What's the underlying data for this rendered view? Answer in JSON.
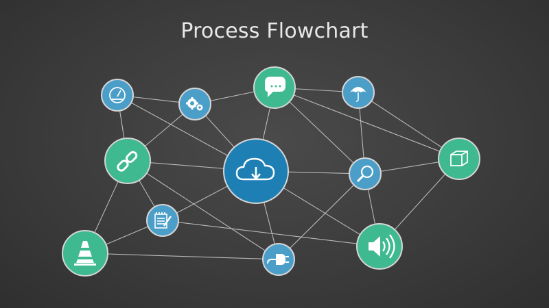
{
  "title": "Process Flowchart",
  "colors": {
    "background": "#3a3a3a",
    "teal": "#3fb98f",
    "blue": "#4a9ec8",
    "center": "#1e7fb5",
    "ring": "#d6d6d6",
    "icon": "#ffffff"
  },
  "nodes": [
    {
      "id": "gauge",
      "icon": "speedometer-icon",
      "style": "blue"
    },
    {
      "id": "gears",
      "icon": "gears-icon",
      "style": "blue"
    },
    {
      "id": "chat",
      "icon": "speech-bubble-icon",
      "style": "teal"
    },
    {
      "id": "umbrella",
      "icon": "umbrella-icon",
      "style": "blue"
    },
    {
      "id": "cube",
      "icon": "cube-icon",
      "style": "teal"
    },
    {
      "id": "link",
      "icon": "chain-link-icon",
      "style": "teal"
    },
    {
      "id": "cloud",
      "icon": "cloud-download-icon",
      "style": "center"
    },
    {
      "id": "search",
      "icon": "magnifier-icon",
      "style": "blue"
    },
    {
      "id": "notes",
      "icon": "notepad-pencil-icon",
      "style": "blue"
    },
    {
      "id": "cone",
      "icon": "traffic-cone-icon",
      "style": "teal"
    },
    {
      "id": "plug",
      "icon": "plug-icon",
      "style": "blue"
    },
    {
      "id": "speaker",
      "icon": "speaker-icon",
      "style": "teal"
    }
  ],
  "edges": [
    [
      "gauge",
      "gears"
    ],
    [
      "gauge",
      "link"
    ],
    [
      "gauge",
      "cloud"
    ],
    [
      "gears",
      "chat"
    ],
    [
      "gears",
      "cloud"
    ],
    [
      "gears",
      "link"
    ],
    [
      "chat",
      "umbrella"
    ],
    [
      "chat",
      "cloud"
    ],
    [
      "chat",
      "search"
    ],
    [
      "chat",
      "cube"
    ],
    [
      "umbrella",
      "cube"
    ],
    [
      "umbrella",
      "search"
    ],
    [
      "link",
      "cloud"
    ],
    [
      "link",
      "notes"
    ],
    [
      "link",
      "cone"
    ],
    [
      "link",
      "plug"
    ],
    [
      "cloud",
      "search"
    ],
    [
      "cloud",
      "notes"
    ],
    [
      "cloud",
      "plug"
    ],
    [
      "cloud",
      "speaker"
    ],
    [
      "search",
      "cube"
    ],
    [
      "search",
      "plug"
    ],
    [
      "search",
      "speaker"
    ],
    [
      "cube",
      "speaker"
    ],
    [
      "notes",
      "cone"
    ],
    [
      "notes",
      "speaker"
    ],
    [
      "cone",
      "plug"
    ]
  ]
}
